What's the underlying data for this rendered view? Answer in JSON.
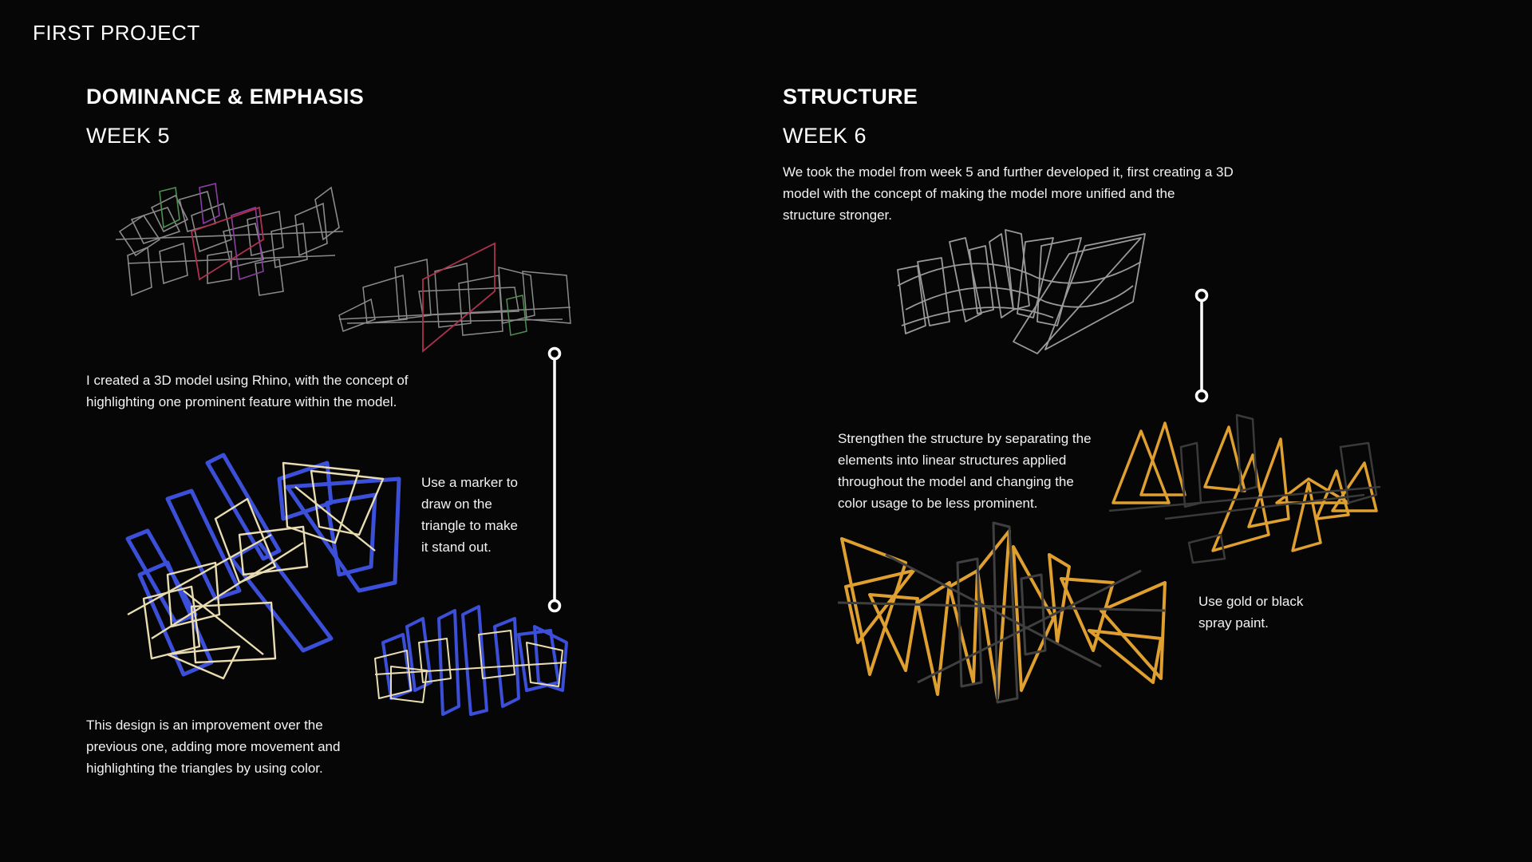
{
  "page": {
    "title": "FIRST PROJECT"
  },
  "left_section": {
    "heading": "DOMINANCE & EMPHASIS",
    "week": "WEEK 5",
    "text_rhino_line1": "I created a 3D model using Rhino, with the concept of",
    "text_rhino_line2": "highlighting one prominent feature within the model.",
    "text_marker_line1": "Use a marker to",
    "text_marker_line2": "draw on the",
    "text_marker_line3": "triangle to make",
    "text_marker_line4": "it stand out.",
    "text_improve_line1": "This design is an improvement over the",
    "text_improve_line2": "previous one, adding more movement and",
    "text_improve_line3": "highlighting the triangles by using color."
  },
  "right_section": {
    "heading": "STRUCTURE",
    "week": "WEEK 6",
    "text_intro_line1": "We took the model from week 5 and further developed it, first creating a 3D",
    "text_intro_line2": "model with the concept of making the model more unified and the",
    "text_intro_line3": "structure stronger.",
    "text_strengthen_line1": "Strengthen the structure by separating the",
    "text_strengthen_line2": "elements into linear structures applied",
    "text_strengthen_line3": "throughout the model and changing the",
    "text_strengthen_line4": "color usage to be less prominent.",
    "text_paint_line1": "Use gold or black",
    "text_paint_line2": "spray paint."
  },
  "colors": {
    "background": "#060606",
    "text": "#ffffff",
    "wire_gray": "#9a9a9a",
    "wire_blue": "#3b4fd8",
    "wire_cream": "#e8dcb0",
    "wire_gold": "#e0a030",
    "wire_purple": "#8a3fa0",
    "wire_red": "#b03050",
    "wire_green": "#4f8f4f"
  },
  "images": {
    "left_rhino_model_a": "wireframe-rhino-model",
    "left_rhino_model_b": "wireframe-rhino-model",
    "left_blue_model_a": "blue-cream-stick-model",
    "left_blue_model_b": "blue-cream-stick-model",
    "right_gray_model": "gray-wireframe-model",
    "right_gold_model_a": "gold-black-stick-model",
    "right_gold_model_b": "gold-black-stick-model"
  }
}
